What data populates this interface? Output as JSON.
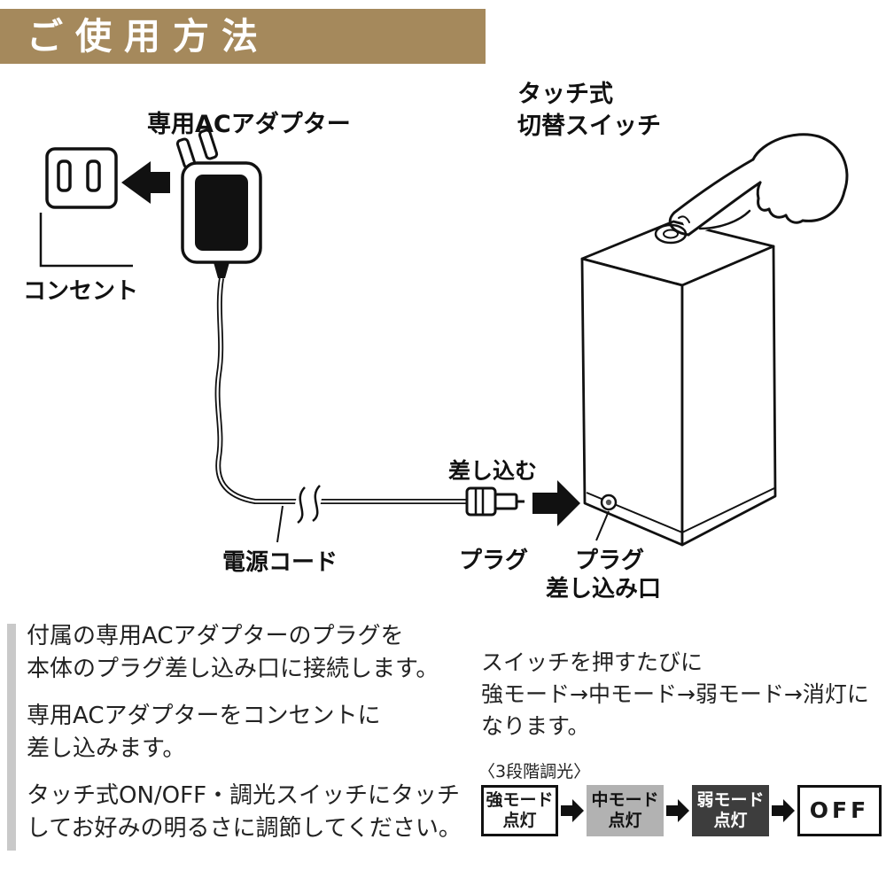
{
  "header": {
    "title": "ご使用方法"
  },
  "labels": {
    "adapter": "専用ACアダプター",
    "touch_switch_line1": "タッチ式",
    "touch_switch_line2": "切替スイッチ",
    "outlet": "コンセント",
    "insert": "差し込む",
    "power_cord": "電源コード",
    "plug": "プラグ",
    "plug_port_line1": "プラグ",
    "plug_port_line2": "差し込み口"
  },
  "instructions": {
    "para1_line1": "付属の専用ACアダプターのプラグを",
    "para1_line2": "本体のプラグ差し込み口に接続します。",
    "para2_line1": "専用ACアダプターをコンセントに",
    "para2_line2": "差し込みます。",
    "para3_line1": "タッチ式ON/OFF・調光スイッチにタッチ",
    "para3_line2": "してお好みの明るさに調節してください。"
  },
  "mode_info": {
    "line1": "スイッチを押すたびに",
    "line2": "強モード→中モード→弱モード→消灯に",
    "line3": "なります。",
    "dimming_title": "〈3段階調光〉",
    "modes": [
      {
        "line1": "強モード",
        "line2": "点灯",
        "style": "outline"
      },
      {
        "line1": "中モード",
        "line2": "点灯",
        "style": "gray"
      },
      {
        "line1": "弱モード",
        "line2": "点灯",
        "style": "dark"
      },
      {
        "label": "OFF",
        "style": "outline"
      }
    ]
  },
  "colors": {
    "banner": "#a5895c",
    "mode_gray": "#b2b2b2",
    "mode_dark": "#3d3d3d",
    "line": "#111111",
    "sidebar_bar": "#c9c9c9"
  }
}
